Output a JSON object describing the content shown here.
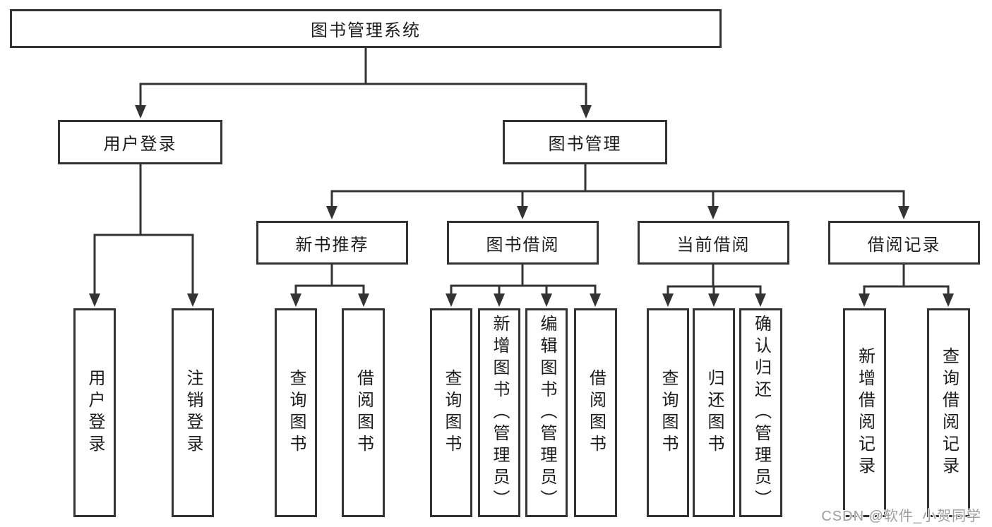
{
  "diagram": {
    "type": "hierarchy-tree",
    "tree": {
      "label": "图书管理系统",
      "children": [
        {
          "label": "用户登录",
          "children": [
            {
              "label": "用户登录"
            },
            {
              "label": "注销登录"
            }
          ]
        },
        {
          "label": "图书管理",
          "children": [
            {
              "label": "新书推荐",
              "children": [
                {
                  "label": "查询图书"
                },
                {
                  "label": "借阅图书"
                }
              ]
            },
            {
              "label": "图书借阅",
              "children": [
                {
                  "label": "查询图书"
                },
                {
                  "label": "新增图书（管理员）"
                },
                {
                  "label": "编辑图书（管理员）"
                },
                {
                  "label": "借阅图书"
                }
              ]
            },
            {
              "label": "当前借阅",
              "children": [
                {
                  "label": "查询图书"
                },
                {
                  "label": "归还图书"
                },
                {
                  "label": "确认归还（管理员）"
                }
              ]
            },
            {
              "label": "借阅记录",
              "children": [
                {
                  "label": "新增借阅记录"
                },
                {
                  "label": "查询借阅记录"
                }
              ]
            }
          ]
        }
      ]
    },
    "colors": {
      "line": "#333333",
      "box_border": "#333333",
      "text": "#1c1c1c",
      "watermark": "#9d9d9d",
      "background": "#ffffff"
    }
  },
  "watermark": {
    "text": "CSDN @软件_小贺同学"
  }
}
